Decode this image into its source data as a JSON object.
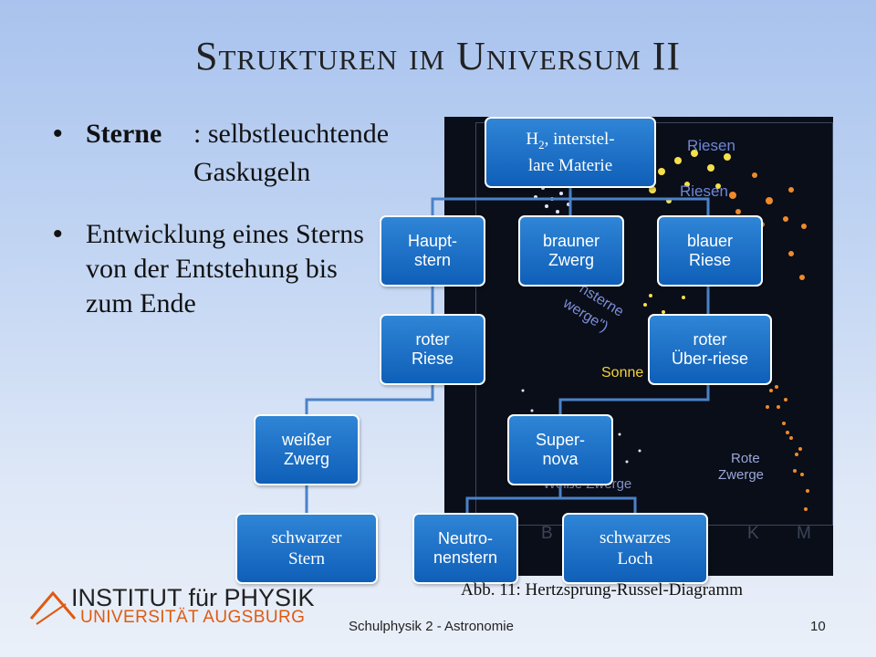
{
  "slide": {
    "title": "Strukturen im Universum II",
    "bullets": {
      "sterne_term": "Sterne",
      "sterne_def_line1": ": selbstleuchtende",
      "sterne_def_line2": "Gaskugeln",
      "entwicklung": "Entwicklung eines Sterns von der Entstehung bis zum Ende"
    },
    "footer": "Schulphysik 2 - Astronomie",
    "page_number": "10",
    "logo": {
      "line1": "INSTITUT für PHYSIK",
      "line2": "UNIVERSITÄT AUGSBURG"
    }
  },
  "hr_diagram": {
    "caption": "Abb. 11: Hertzsprung-Russel-Diagramm",
    "labels": {
      "riesen_top": "Riesen",
      "riesen": "Riesen",
      "hauptreihe_1": "nsterne",
      "hauptreihe_2": "werge\")",
      "sonne": "Sonne",
      "weisse_zwerge": "Weiße Zwerge",
      "rote_zwerge_1": "Rote",
      "rote_zwerge_2": "Zwerge"
    },
    "spectral": [
      "B",
      "K",
      "M"
    ],
    "colors": {
      "blue_label": "#6f86d8",
      "sun_label": "#f2d23a",
      "red_label": "#9aa7d8"
    }
  },
  "flow": {
    "h2_prefix": "H",
    "h2_sub": "2",
    "h2_rest": ", interstel-",
    "h2_line2": "lare Materie",
    "hauptstern": "Haupt-\nstern",
    "brauner_zwerg": "brauner\nZwerg",
    "blauer_riese": "blauer\nRiese",
    "roter_riese": "roter\nRiese",
    "roter_ueberriese": "roter\nÜber-riese",
    "weisser_zwerg": "weißer\nZwerg",
    "supernova": "Super-\nnova",
    "schwarzer_stern": "schwarzer\nStern",
    "neutronenstern": "Neutro-\nnenstern",
    "schwarzes_loch": "schwarzes\nLoch",
    "box_color": "#1a6cc4"
  }
}
